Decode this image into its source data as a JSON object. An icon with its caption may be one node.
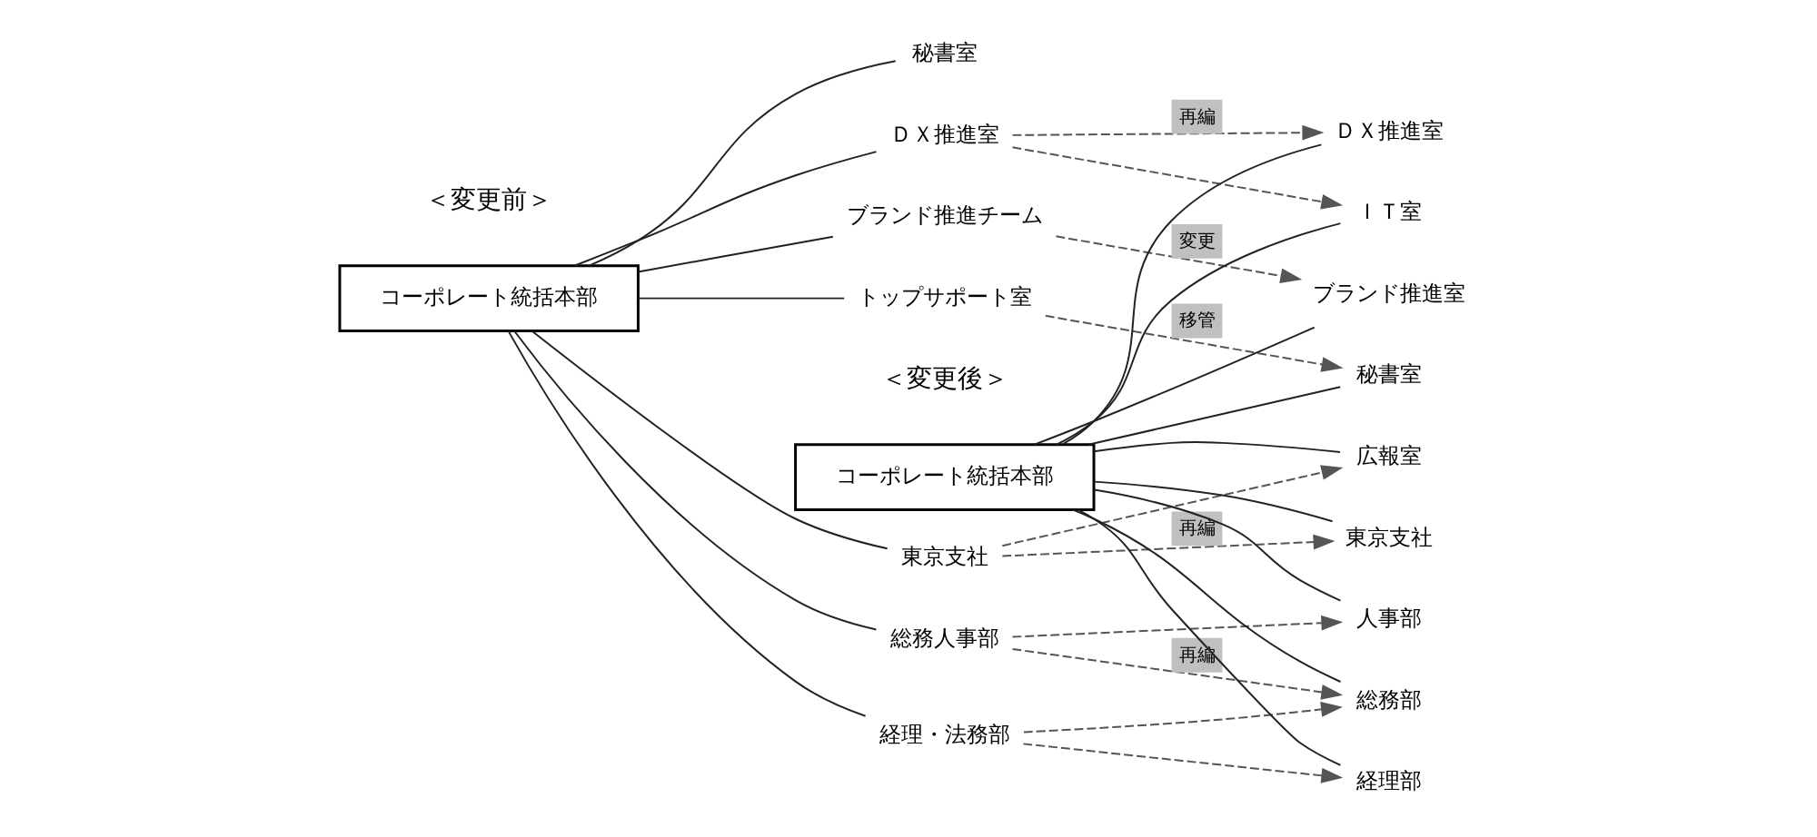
{
  "diagram": {
    "nodes": [
      {
        "text": [
          "コーポレート統括本部"
        ]
      },
      {
        "text": [
          "秘書室"
        ]
      },
      {
        "text": [
          "トップサポート室"
        ]
      },
      {
        "text": [
          "ＤＸ推進室"
        ]
      },
      {
        "text": [
          "ブランド推進チーム"
        ]
      },
      {
        "text": [
          "総務人事部"
        ]
      },
      {
        "text": [
          "経理・法務部"
        ]
      },
      {
        "text": [
          "東京支社"
        ]
      },
      {
        "text": [
          "コーポレート統括本部"
        ]
      },
      {
        "text": [
          "秘書室"
        ]
      },
      {
        "text": [
          "ＤＸ推進室"
        ]
      },
      {
        "text": [
          "ＩＴ室"
        ]
      },
      {
        "text": [
          "ブランド推進室"
        ]
      },
      {
        "text": [
          "人事部"
        ]
      },
      {
        "text": [
          "総務部"
        ]
      },
      {
        "text": [
          "経理部"
        ]
      },
      {
        "text": [
          "東京支社"
        ]
      },
      {
        "text": [
          "広報室"
        ]
      }
    ],
    "edges": [
      {
        "from": 0,
        "to": 1,
        "arrow": "none"
      },
      {
        "from": 0,
        "to": 2,
        "arrow": "none"
      },
      {
        "from": 0,
        "to": 3,
        "arrow": "none"
      },
      {
        "from": 0,
        "to": 4,
        "arrow": "none"
      },
      {
        "from": 0,
        "to": 5,
        "arrow": "none"
      },
      {
        "from": 0,
        "to": 6,
        "arrow": "none"
      },
      {
        "from": 0,
        "to": 7,
        "arrow": "none"
      },
      {
        "from": 8,
        "to": 9,
        "arrow": "none"
      },
      {
        "from": 8,
        "to": 10,
        "arrow": "none"
      },
      {
        "from": 8,
        "to": 11,
        "arrow": "none"
      },
      {
        "from": 8,
        "to": 12,
        "arrow": "none"
      },
      {
        "from": 8,
        "to": 13,
        "arrow": "none"
      },
      {
        "from": 8,
        "to": 14,
        "arrow": "none"
      },
      {
        "from": 8,
        "to": 15,
        "arrow": "none"
      },
      {
        "from": 8,
        "to": 16,
        "arrow": "none"
      },
      {
        "from": 8,
        "to": 17,
        "arrow": "none"
      },
      {
        "from": 2,
        "to": 9,
        "arrow": "to",
        "label": "移管",
        "style": "dashed"
      },
      {
        "from": 3,
        "to": 10,
        "arrow": "to",
        "label": "再編",
        "style": "dashed"
      },
      {
        "from": 3,
        "to": 11,
        "arrow": "to",
        "style": "dashed"
      },
      {
        "from": 4,
        "to": 12,
        "arrow": "to",
        "label": "変更",
        "style": "dashed"
      },
      {
        "from": 5,
        "to": 13,
        "arrow": "to",
        "style": "dashed"
      },
      {
        "from": 5,
        "to": 14,
        "arrow": "to",
        "label": "再編",
        "style": "dashed"
      },
      {
        "from": 6,
        "to": 14,
        "arrow": "to",
        "style": "dashed"
      },
      {
        "from": 6,
        "to": 15,
        "arrow": "to",
        "style": "dashed"
      },
      {
        "from": 7,
        "to": 16,
        "arrow": "to",
        "label": "再編",
        "style": "dashed"
      },
      {
        "from": 7,
        "to": 17,
        "arrow": "to",
        "style": "dashed"
      }
    ],
    "labels": [
      "＜変更前＞",
      "＜変更後＞"
    ]
  }
}
